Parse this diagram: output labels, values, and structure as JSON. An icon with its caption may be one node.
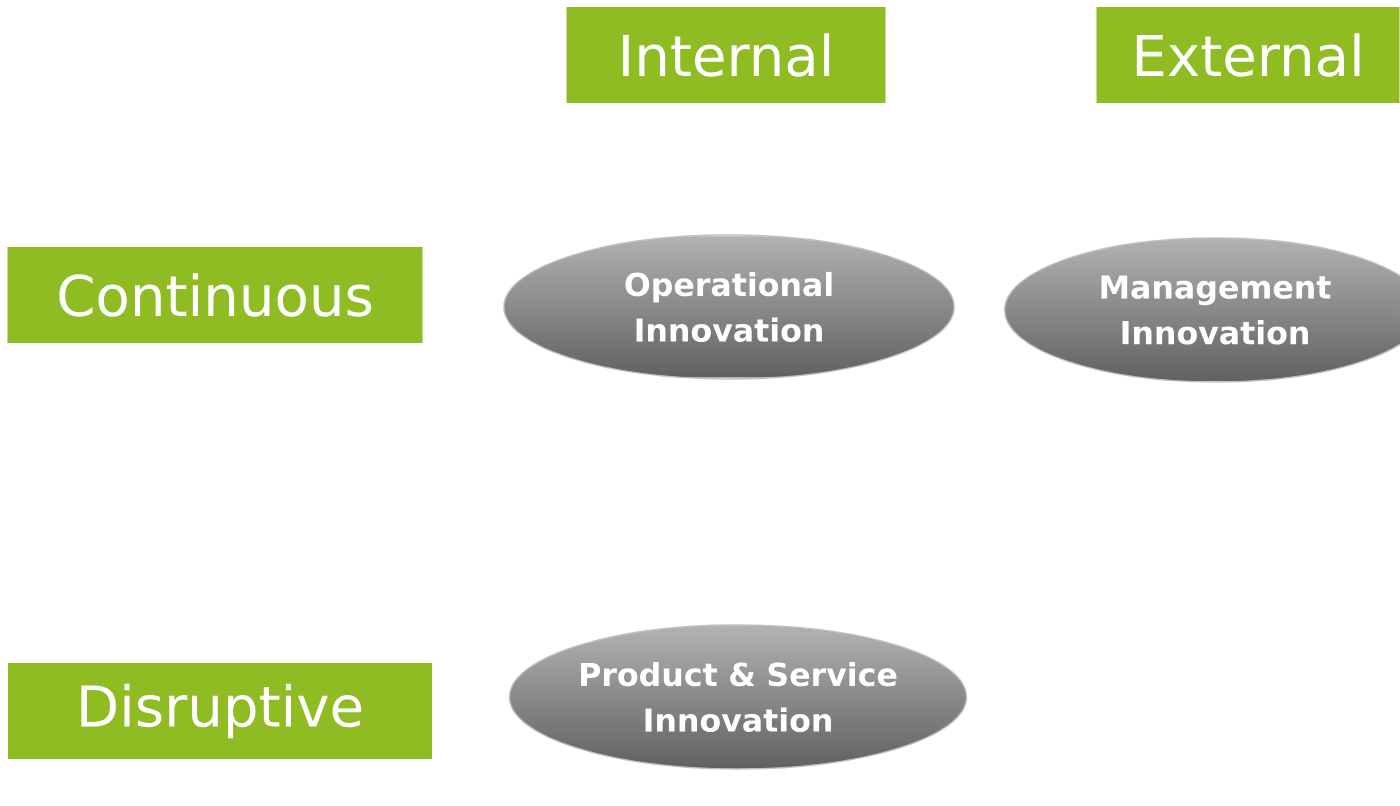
{
  "diagram": {
    "nodes": [
      {
        "text": [
          "Internal"
        ]
      },
      {
        "text": [
          "External"
        ]
      },
      {
        "text": [
          "Continuous"
        ]
      },
      {
        "text": [
          "Operational Innovation"
        ]
      },
      {
        "text": [
          "Management Innovation"
        ]
      },
      {
        "text": [
          "Disruptive"
        ]
      },
      {
        "text": [
          "Product & Service Innovation"
        ]
      }
    ]
  }
}
